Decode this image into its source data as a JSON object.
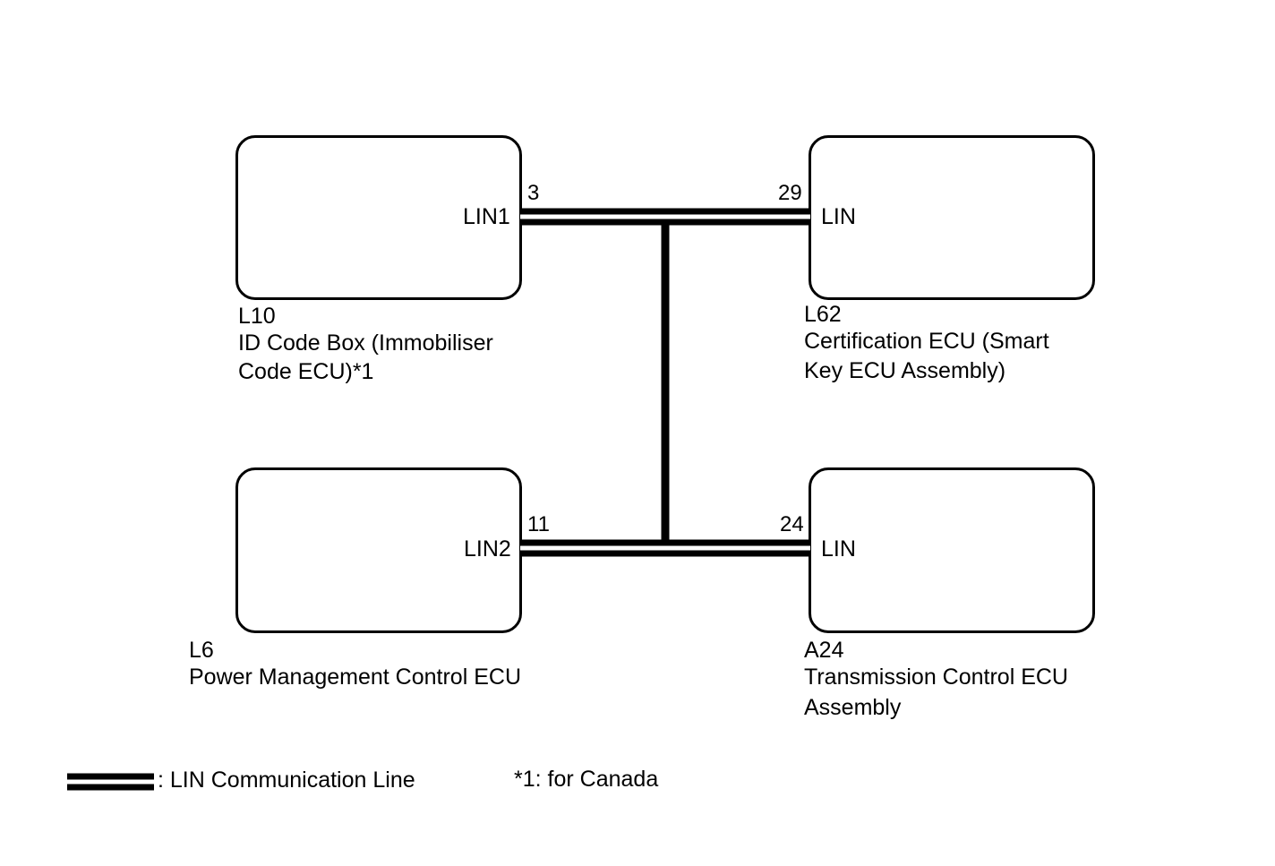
{
  "components": {
    "l10": {
      "code": "L10",
      "name_line1": "ID Code Box (Immobiliser",
      "name_line2": "Code ECU)*1",
      "pin_label": "LIN1",
      "pin_number": "3"
    },
    "l62": {
      "code": "L62",
      "name_line1": "Certification ECU (Smart",
      "name_line2": "Key ECU Assembly)",
      "pin_label": "LIN",
      "pin_number": "29"
    },
    "l6": {
      "code": "L6",
      "name_line1": "Power Management Control ECU",
      "pin_label": "LIN2",
      "pin_number": "11"
    },
    "a24": {
      "code": "A24",
      "name_line1": "Transmission Control ECU",
      "name_line2": "Assembly",
      "pin_label": "LIN",
      "pin_number": "24"
    }
  },
  "legend": {
    "line_label": ": LIN Communication Line",
    "footnote": "*1: for Canada"
  }
}
